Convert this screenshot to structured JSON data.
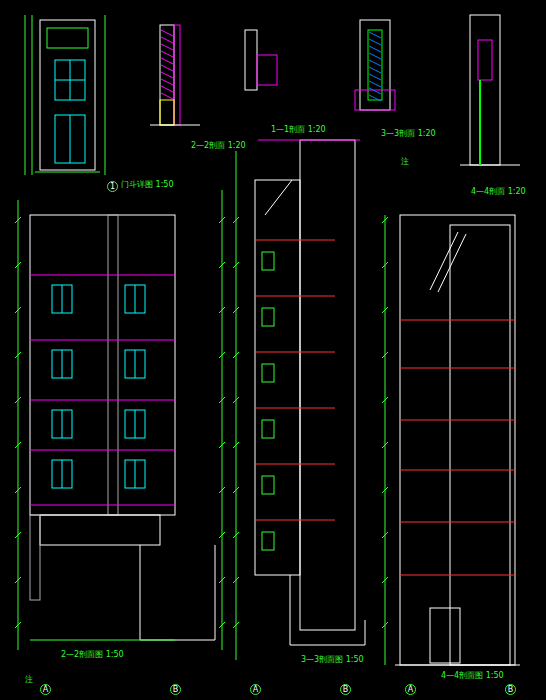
{
  "diagram": {
    "labels": [
      "1",
      "门斗详图 1:50",
      "2—2剖面图 1:50",
      "3—3剖面图 1:50",
      "4—4剖面图 1:50",
      "1—1剖面 1:20",
      "2—2剖面 1:20",
      "3—3剖面 1:20",
      "4—4剖面 1:20",
      "注",
      "注",
      "A",
      "B",
      "A",
      "B",
      "A",
      "B"
    ]
  }
}
